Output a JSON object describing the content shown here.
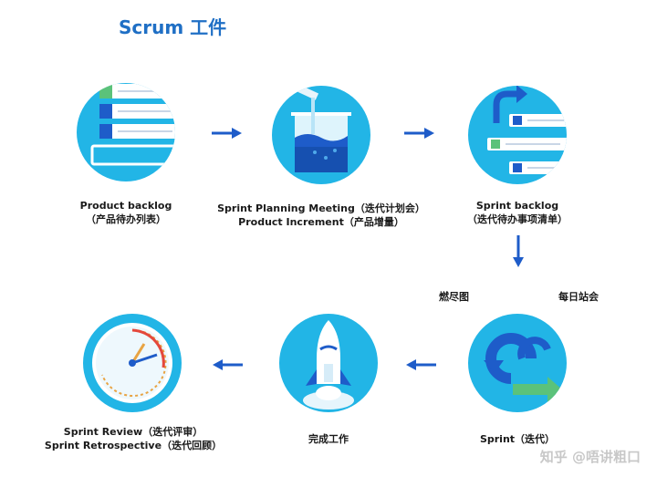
{
  "title": "Scrum 工件",
  "steps": {
    "product_backlog": {
      "line1": "Product backlog",
      "line2": "（产品待办列表）"
    },
    "sprint_planning": {
      "line1": "Sprint Planning Meeting（迭代计划会）",
      "line2": "Product Increment（产品增量）"
    },
    "sprint_backlog": {
      "line1": "Sprint backlog",
      "line2": "（迭代待办事项清单）"
    },
    "sprint": {
      "line1": "Sprint（迭代）"
    },
    "done_work": {
      "line1": "完成工作"
    },
    "review": {
      "line1": "Sprint Review（迭代评审）",
      "line2": "Sprint Retrospective（迭代回顾）"
    }
  },
  "tags": {
    "burndown": "燃尽图",
    "daily_standup": "每日站会"
  },
  "watermark": "知乎 @唔讲粗口",
  "colors": {
    "accent": "#1f6fc5",
    "circle": "#22b5e6",
    "arrow": "#1e5cc9"
  }
}
